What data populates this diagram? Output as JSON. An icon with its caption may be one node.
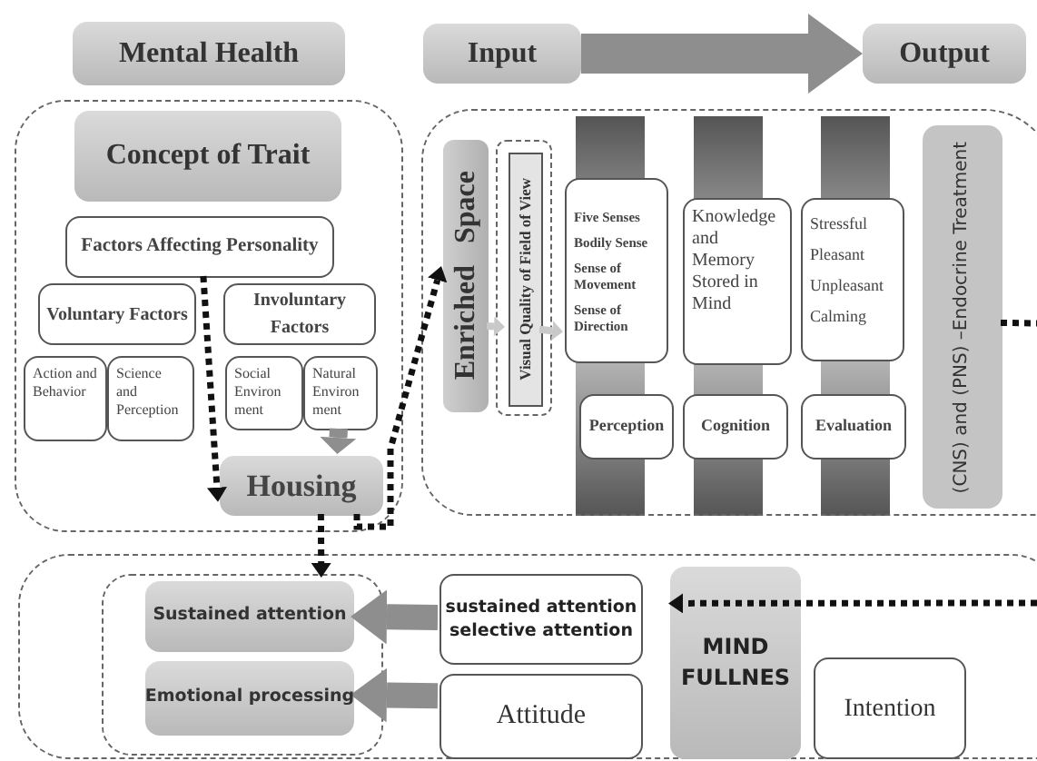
{
  "diagram": {
    "nodes": [
      {
        "text": [
          "Mental Health"
        ]
      },
      {
        "text": [
          "Input"
        ]
      },
      {
        "text": [
          "Output"
        ]
      },
      {
        "text": [],
        "shape": "box"
      },
      {
        "text": [
          "Concept of Trait"
        ],
        "in": 3
      },
      {
        "text": [
          "Factors Affecting Personality"
        ],
        "in": 3
      },
      {
        "text": [
          "Voluntary Factors"
        ],
        "in": 3
      },
      {
        "text": [
          "Involuntary Factors"
        ],
        "in": 3
      },
      {
        "text": [
          "Action and Behavior"
        ],
        "in": 3
      },
      {
        "text": [
          "Science and Perception"
        ],
        "in": 3
      },
      {
        "text": [
          "Social Environ ment"
        ],
        "in": 3
      },
      {
        "text": [
          "Natural Environ ment"
        ],
        "in": 3
      },
      {
        "text": [
          "Housing"
        ],
        "in": 3
      },
      {
        "text": [],
        "shape": "box"
      },
      {
        "text": [
          "Enriched Space"
        ],
        "in": 13
      },
      {
        "text": [],
        "shape": "box",
        "in": 13
      },
      {
        "text": [
          "Visual Quality of Field of View"
        ],
        "in": 15
      },
      {
        "text": [
          "Five Senses",
          "Bodily Sense",
          "Sense of Movement",
          "Sense of Direction"
        ],
        "in": 13
      },
      {
        "text": [
          "Knowledge and Memory Stored in Mind"
        ],
        "in": 13
      },
      {
        "text": [
          "Stressful",
          "Pleasant",
          "Unpleasant",
          "Calming"
        ],
        "in": 13
      },
      {
        "text": [
          "Perception"
        ],
        "in": 13
      },
      {
        "text": [
          "Cognition"
        ],
        "in": 13
      },
      {
        "text": [
          "Evaluation"
        ],
        "in": 13
      },
      {
        "text": [
          "(CNS) and (PNS) –Endocrine Treatment"
        ],
        "in": 13
      },
      {
        "text": [],
        "shape": "box"
      },
      {
        "text": [],
        "shape": "box",
        "in": 24
      },
      {
        "text": [
          "Sustained attention"
        ],
        "in": 25
      },
      {
        "text": [
          "Emotional processing"
        ],
        "in": 25
      },
      {
        "text": [
          "sustained attention",
          "selective attention"
        ],
        "in": 24
      },
      {
        "text": [
          "Attitude"
        ],
        "in": 24
      },
      {
        "text": [
          "MIND FULLNES"
        ],
        "in": 24
      },
      {
        "text": [
          "Intention"
        ],
        "in": 24
      }
    ],
    "edges": [
      {
        "from": 1,
        "to": 2,
        "arrow": "to",
        "style": "thick",
        "color": "#8e8e8e"
      },
      {
        "from": 5,
        "to": 12,
        "arrow": "to",
        "style": "dashed"
      },
      {
        "from": 12,
        "to": 14,
        "arrow": "to",
        "style": "dashed"
      },
      {
        "from": 12,
        "to": 26,
        "arrow": "to",
        "style": "dashed"
      },
      {
        "from": 11,
        "to": 12,
        "arrow": "to",
        "style": "thick",
        "color": "#8e8e8e"
      },
      {
        "from": 14,
        "to": 16,
        "arrow": "to",
        "color": "#c9c9c9"
      },
      {
        "from": 16,
        "to": 17,
        "arrow": "to",
        "color": "#c9c9c9"
      },
      {
        "from": 23,
        "to": null,
        "arrow": "none",
        "style": "dashed"
      },
      {
        "from": null,
        "to": 30,
        "arrow": "to",
        "style": "dashed"
      },
      {
        "from": 28,
        "to": 26,
        "arrow": "to",
        "style": "thick",
        "color": "#8e8e8e"
      },
      {
        "from": 29,
        "to": 27,
        "arrow": "to",
        "style": "thick",
        "color": "#8e8e8e"
      }
    ]
  }
}
